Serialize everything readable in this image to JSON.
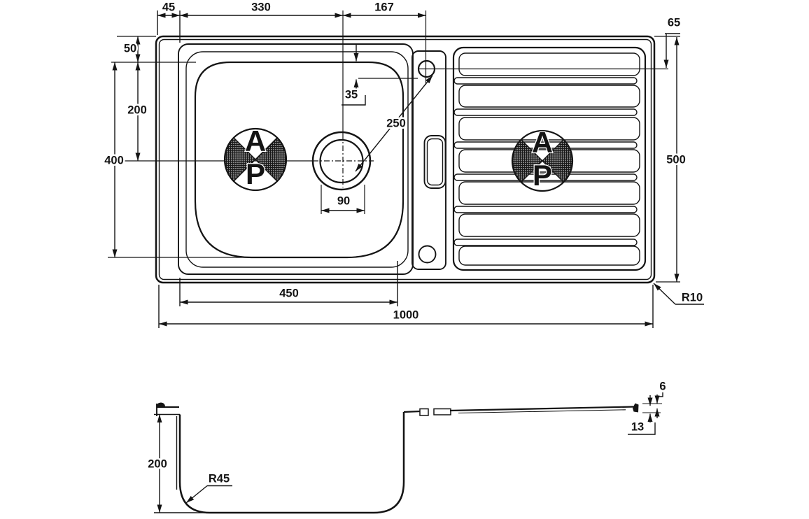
{
  "drawing": {
    "plan_view": {
      "dim_left_rim_to_bowl": "45",
      "dim_bowl_left_to_waste_center": "330",
      "dim_waste_center_to_tap_hole": "167",
      "dim_rim_to_bowl_front": "50",
      "dim_bowl_front_to_waste_center": "200",
      "dim_bowl_length": "400",
      "dim_bowl_edge_to_tap_hole": "35",
      "dim_waste_to_tap_hole": "250",
      "dim_waste_diameter": "90",
      "dim_bowl_width": "450",
      "dim_overall_length": "1000",
      "dim_rim_to_tap_hole_center": "65",
      "dim_overall_width": "500",
      "dim_corner_radius": "R10"
    },
    "section_view": {
      "dim_bowl_depth": "200",
      "dim_bowl_base_radius": "R45",
      "dim_rim_upstand": "6",
      "dim_rim_edge_height": "13"
    },
    "registration_symbol": {
      "top_letter": "A",
      "bottom_letter": "P"
    }
  }
}
